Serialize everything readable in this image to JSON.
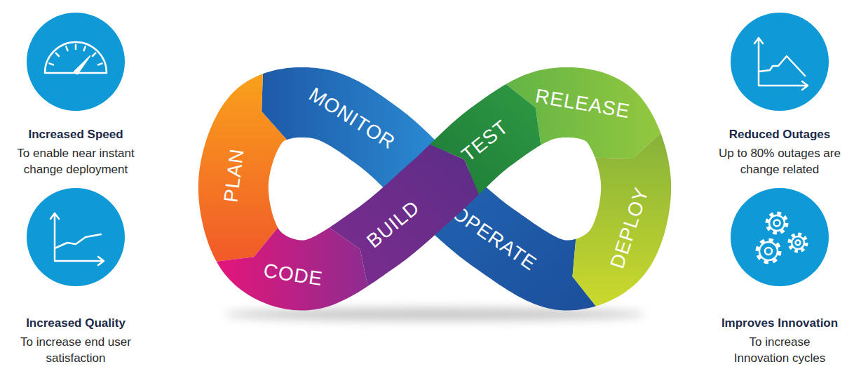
{
  "diagram": {
    "nodes": [
      {
        "text": [
          "Increased Speed",
          "To enable near instant change deployment"
        ]
      },
      {
        "text": [
          "Increased Quality",
          "To increase end user satisfaction"
        ]
      },
      {
        "text": [
          "PLAN"
        ]
      },
      {
        "text": [
          "CODE"
        ]
      },
      {
        "text": [
          "BUILD"
        ]
      },
      {
        "text": [
          "TEST"
        ]
      },
      {
        "text": [
          "RELEASE"
        ]
      },
      {
        "text": [
          "DEPLOY"
        ]
      },
      {
        "text": [
          "OPERATE"
        ]
      },
      {
        "text": [
          "MONITOR"
        ]
      },
      {
        "text": [
          "Reduced Outages",
          "Up to 80% outages are change related"
        ]
      },
      {
        "text": [
          "Improves Innovation",
          "To increase Innovation cycles"
        ]
      }
    ]
  }
}
